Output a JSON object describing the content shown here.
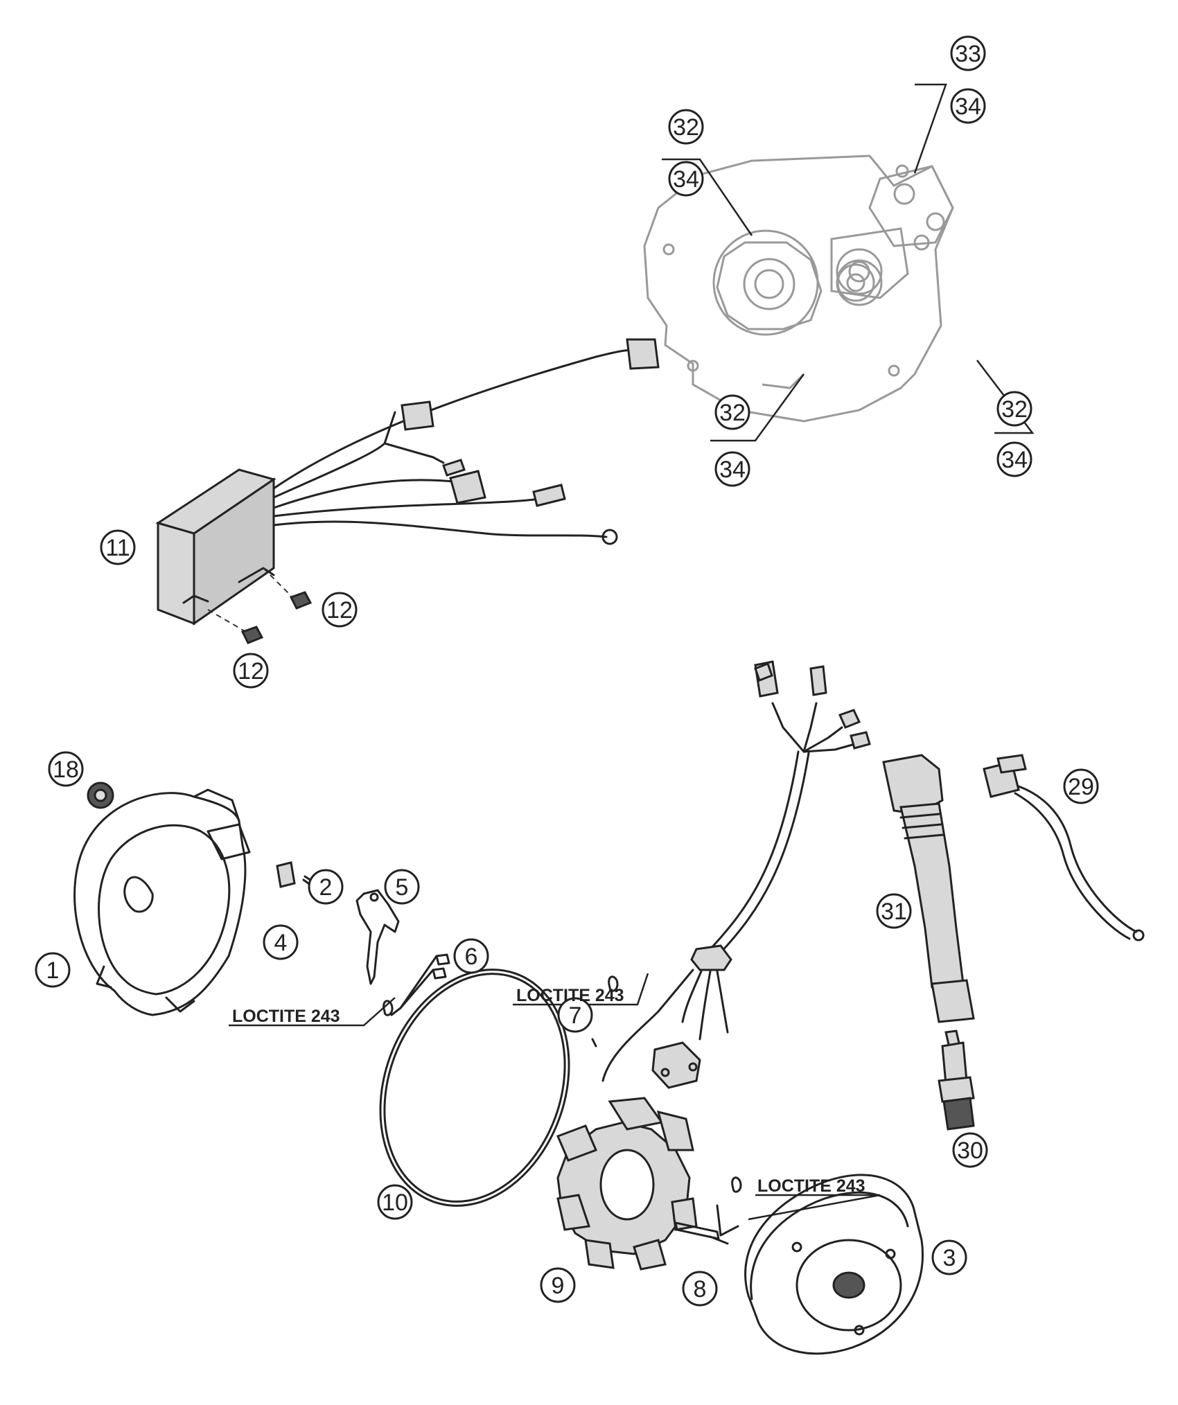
{
  "callouts": {
    "c1": "1",
    "c2": "2",
    "c3": "3",
    "c4": "4",
    "c5": "5",
    "c6": "6",
    "c7": "7",
    "c8": "8",
    "c9": "9",
    "c10": "10",
    "c11": "11",
    "c12a": "12",
    "c12b": "12",
    "c18": "18",
    "c29": "29",
    "c30": "30",
    "c31": "31",
    "c32a": "32",
    "c34a": "34",
    "c33": "33",
    "c34b": "34",
    "c32b": "32",
    "c34c": "34",
    "c32c": "32",
    "c34d": "34"
  },
  "notes": {
    "loctite_1": "LOCTITE 243",
    "loctite_2": "LOCTITE 243",
    "loctite_3": "LOCTITE 243"
  }
}
